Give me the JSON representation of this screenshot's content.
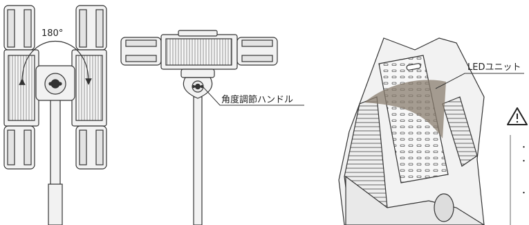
{
  "labels": {
    "rotation_angle": "180°",
    "angle_handle": "角度調節ハンドル",
    "led_unit": "LEDユニット"
  },
  "bullets": [
    "・",
    "・",
    "・"
  ],
  "icons": [
    "warning-triangle-icon"
  ],
  "colors": {
    "line": "#333333",
    "fill_light": "#f2f2f2",
    "fill_mid": "#d9d9d9",
    "arrow": "#8a7e6f"
  }
}
